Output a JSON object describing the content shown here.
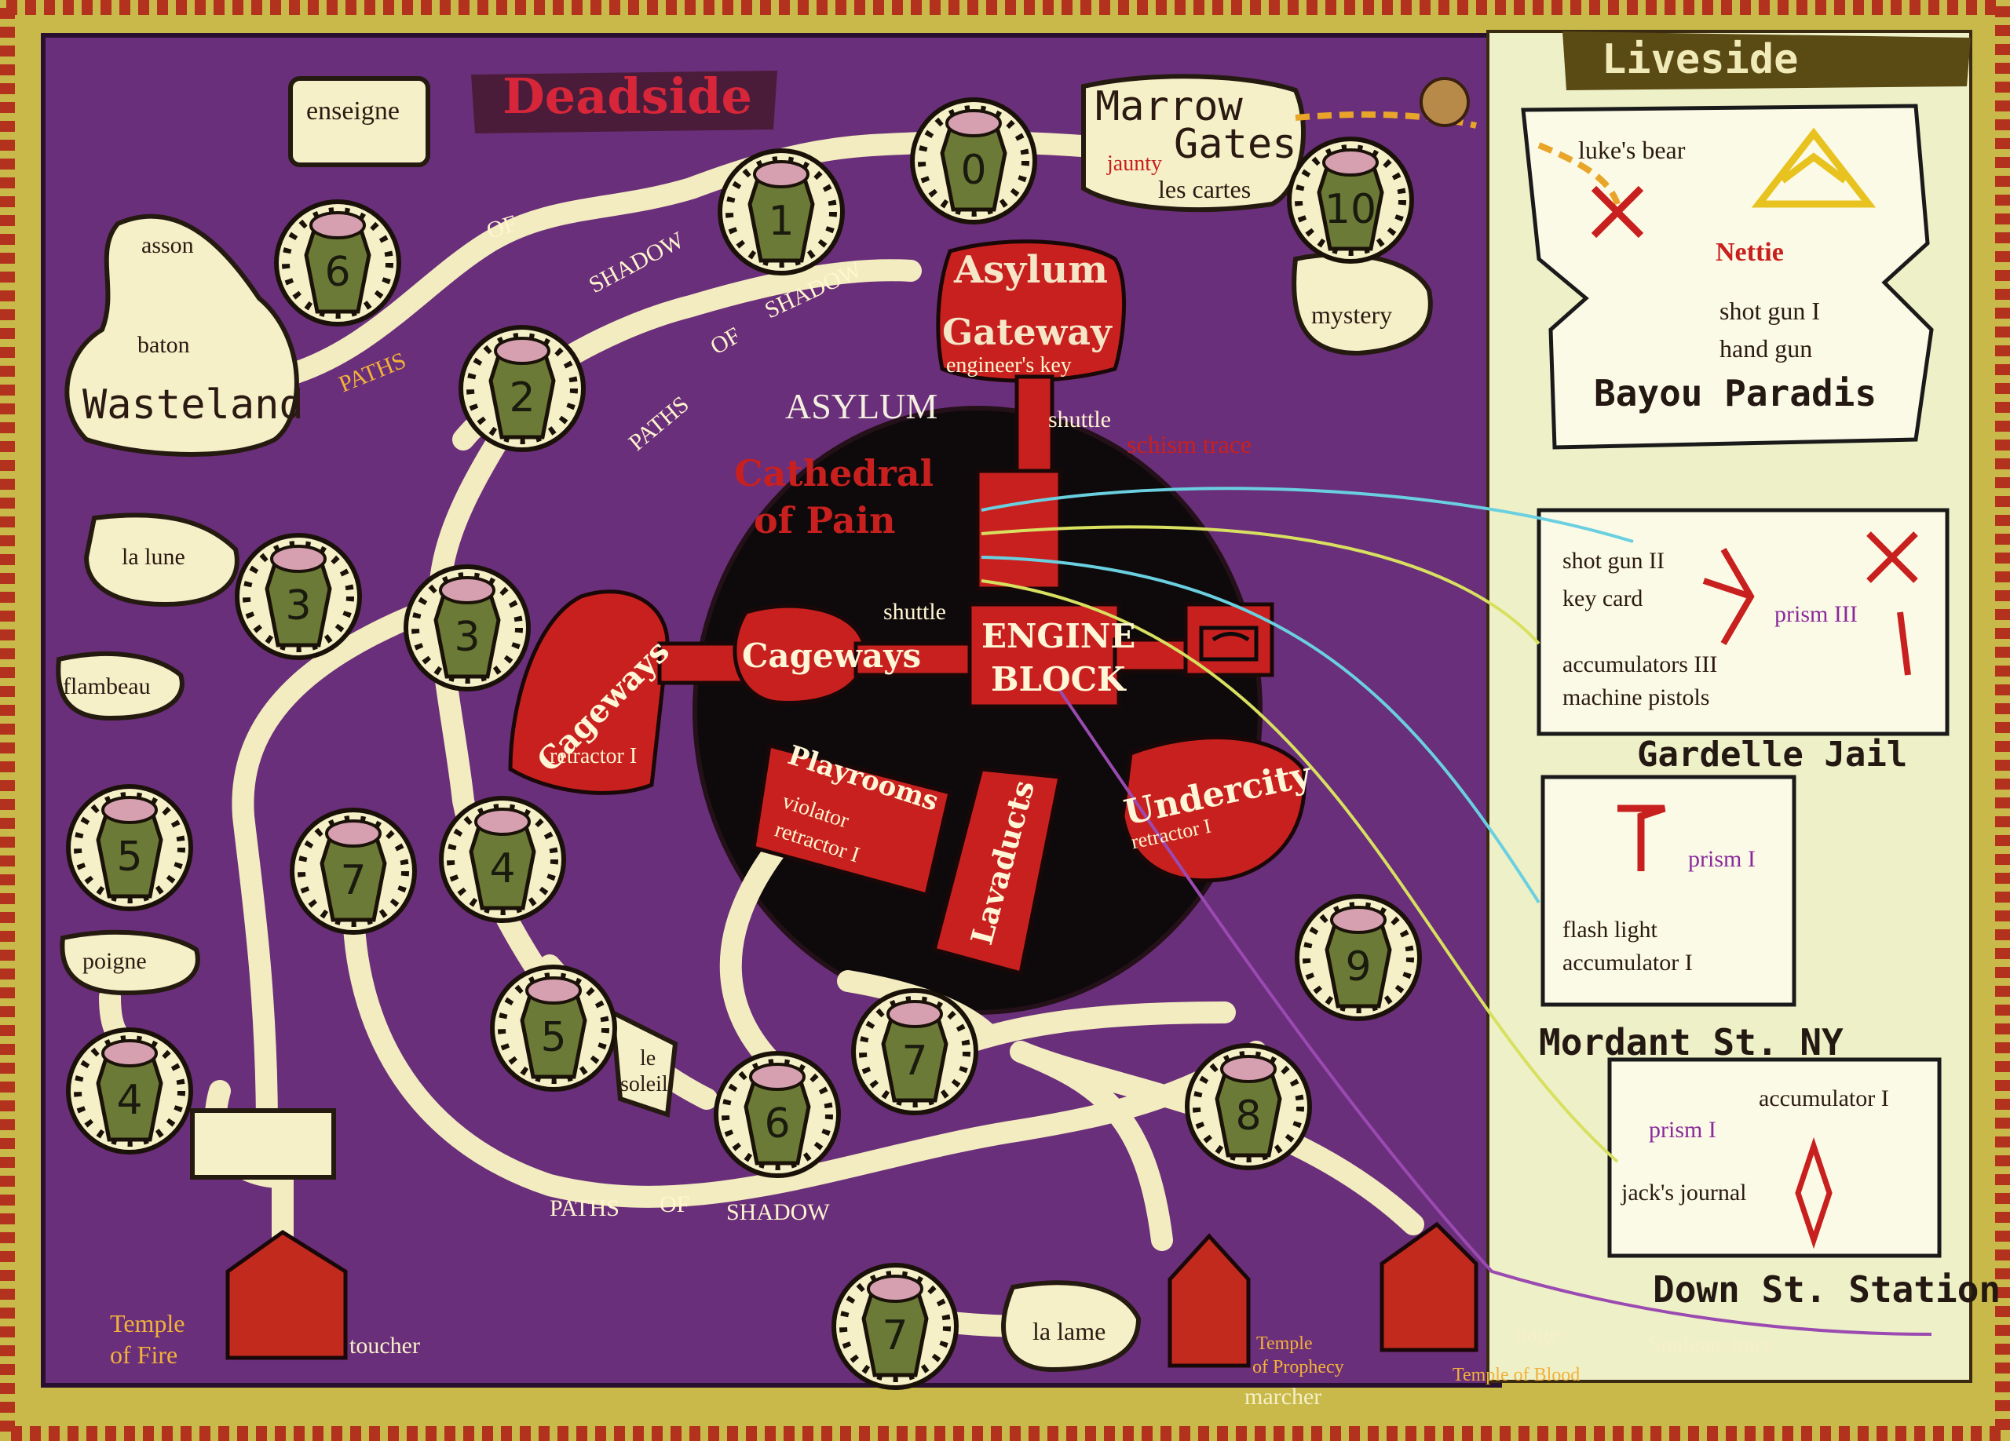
{
  "regions": {
    "deadside": "Deadside",
    "liveside": "Liveside",
    "asylum_heading": "ASYLUM"
  },
  "deadside": {
    "paths_labels": [
      "OF",
      "SHADOW",
      "PATHS",
      "PATHS",
      "OF",
      "SHADOW",
      "PATHS",
      "OF",
      "SHADOW"
    ],
    "locations": {
      "enseigne": "enseigne",
      "asson": "asson",
      "baton": "baton",
      "wasteland": "Wasteland",
      "la_lune": "la lune",
      "flambeau": "flambeau",
      "poigne": "poigne",
      "marrow_gates": "Marrow",
      "marrow_gates_2": "Gates",
      "jaunty": "jaunty",
      "les_cartes": "les cartes",
      "mystery": "mystery",
      "le_soleil_1": "le",
      "le_soleil_2": "soleil",
      "la_lame": "la lame",
      "toucher": "toucher",
      "marcher": "marcher",
      "nager": "nager",
      "temple_fire_1": "Temple",
      "temple_fire_2": "of Fire",
      "temple_prophecy_1": "Temple",
      "temple_prophecy_2": "of Prophecy",
      "temple_blood": "Temple of Blood",
      "soulgate_trace": "Soulgate trace"
    },
    "asylum": {
      "asylum_label": "Asylum",
      "gateway_label": "Gateway",
      "engineers_key": "engineer's key",
      "shuttle_1": "shuttle",
      "schism_trace": "schism trace",
      "cathedral_1": "Cathedral",
      "cathedral_2": "of Pain",
      "shuttle_2": "shuttle",
      "engine_1": "ENGINE",
      "engine_2": "BLOCK",
      "cageways_1": "Cageways",
      "cageways_2": "Cageways",
      "retractor_cageways": "retractor I",
      "playrooms": "Playrooms",
      "violator": "violator",
      "retractor_playrooms": "retractor I",
      "lavaducts": "Lavaducts",
      "undercity": "Undercity",
      "retractor_undercity": "retractor I"
    },
    "coffin_numbers": [
      "6",
      "0",
      "1",
      "10",
      "2",
      "3",
      "3",
      "5",
      "7",
      "4",
      "5",
      "4",
      "7",
      "6",
      "8",
      "9",
      "7"
    ]
  },
  "liveside": {
    "bayou": {
      "name": "Bayou Paradis",
      "lukes_bear": "luke's bear",
      "nettie": "Nettie",
      "item_1": "shot gun I",
      "item_2": "hand gun"
    },
    "gardelle": {
      "name": "Gardelle Jail",
      "item_1": "shot gun II",
      "item_2": "key card",
      "item_3": "accumulators III",
      "item_4": "machine pistols",
      "prism": "prism III"
    },
    "mordant": {
      "name": "Mordant St. NY",
      "prism": "prism I",
      "item_1": "flash light",
      "item_2": "accumulator I"
    },
    "down_st": {
      "name": "Down St. Station",
      "item_1": "accumulator I",
      "prism": "prism I",
      "item_2": "jack's journal"
    }
  },
  "colors": {
    "border": "#c9b94a",
    "deadside_bg": "#6a2f7a",
    "path": "#f3ecc0",
    "asylum_red": "#c8201e",
    "liveside_bg": "#f2efcc"
  }
}
